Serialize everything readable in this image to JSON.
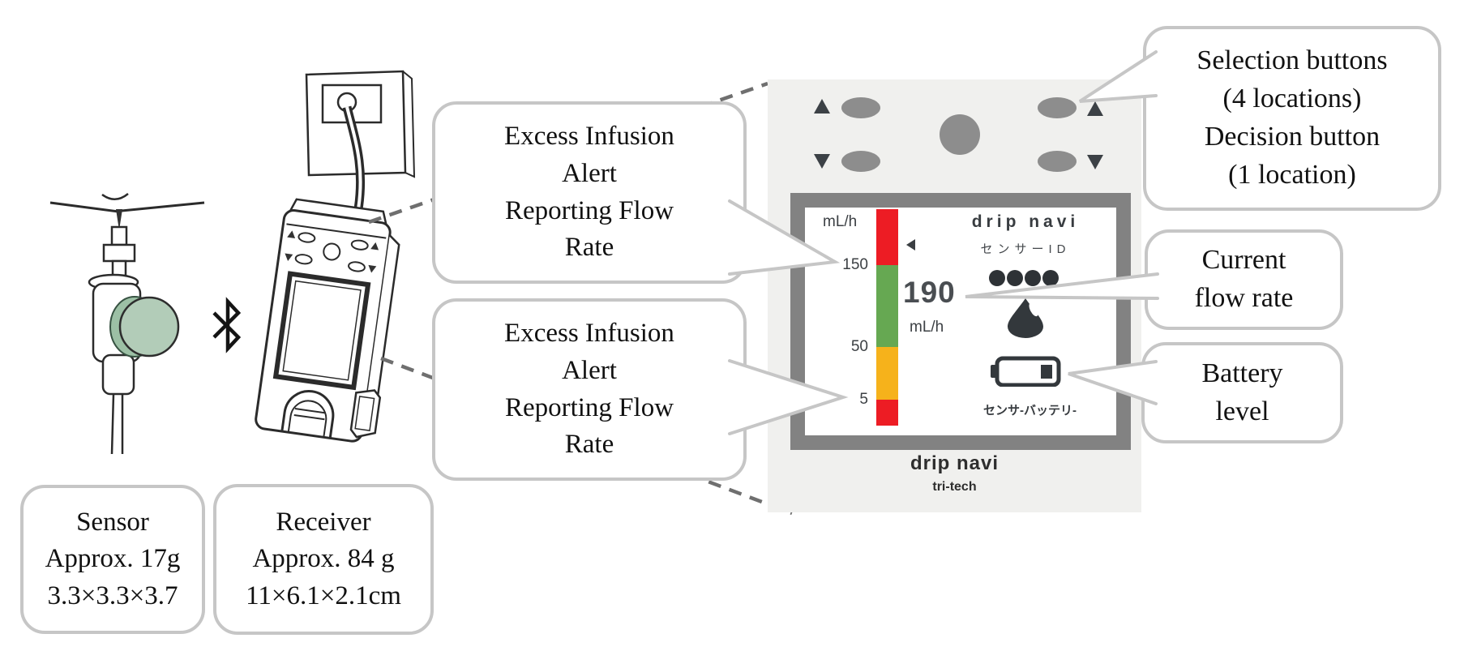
{
  "palette": {
    "bar_red": "#ed1c24",
    "bar_green": "#66a852",
    "bar_amber": "#f6b21b",
    "panel_bg": "#f0f0ee",
    "frame_gray": "#828282",
    "button_gray": "#8d8d8d",
    "screen_ink": "#3c4044",
    "callout_border": "#c6c6c6"
  },
  "panel": {
    "screen": {
      "unit_top": "mL/h",
      "tick_150": "150",
      "tick_50": "50",
      "tick_5": "5",
      "flow_value": "190",
      "flow_unit": "mL/h",
      "title": "drip navi",
      "sensor_id_label": "センサーID",
      "battery_label": "センサ-バッテリ-"
    },
    "footer_title": "drip navi",
    "footer_brand": "tri-tech"
  },
  "callouts": {
    "excess_upper": {
      "l1": "Excess Infusion",
      "l2": "Alert",
      "l3": "Reporting Flow",
      "l4": "Rate"
    },
    "excess_lower": {
      "l1": "Excess Infusion",
      "l2": "Alert",
      "l3": "Reporting Flow",
      "l4": "Rate"
    },
    "selection": {
      "l1": "Selection buttons",
      "l2": "(4 locations)",
      "l3": "Decision button",
      "l4": "(1 location)"
    },
    "current_flow": {
      "l1": "Current",
      "l2": "flow rate"
    },
    "battery": {
      "l1": "Battery",
      "l2": "level"
    },
    "sensor_spec": {
      "l1": "Sensor",
      "l2": "Approx. 17g",
      "l3": "3.3×3.3×3.7"
    },
    "receiver_spec": {
      "l1": "Receiver",
      "l2": "Approx. 84 g",
      "l3": "11×6.1×2.1cm"
    }
  }
}
